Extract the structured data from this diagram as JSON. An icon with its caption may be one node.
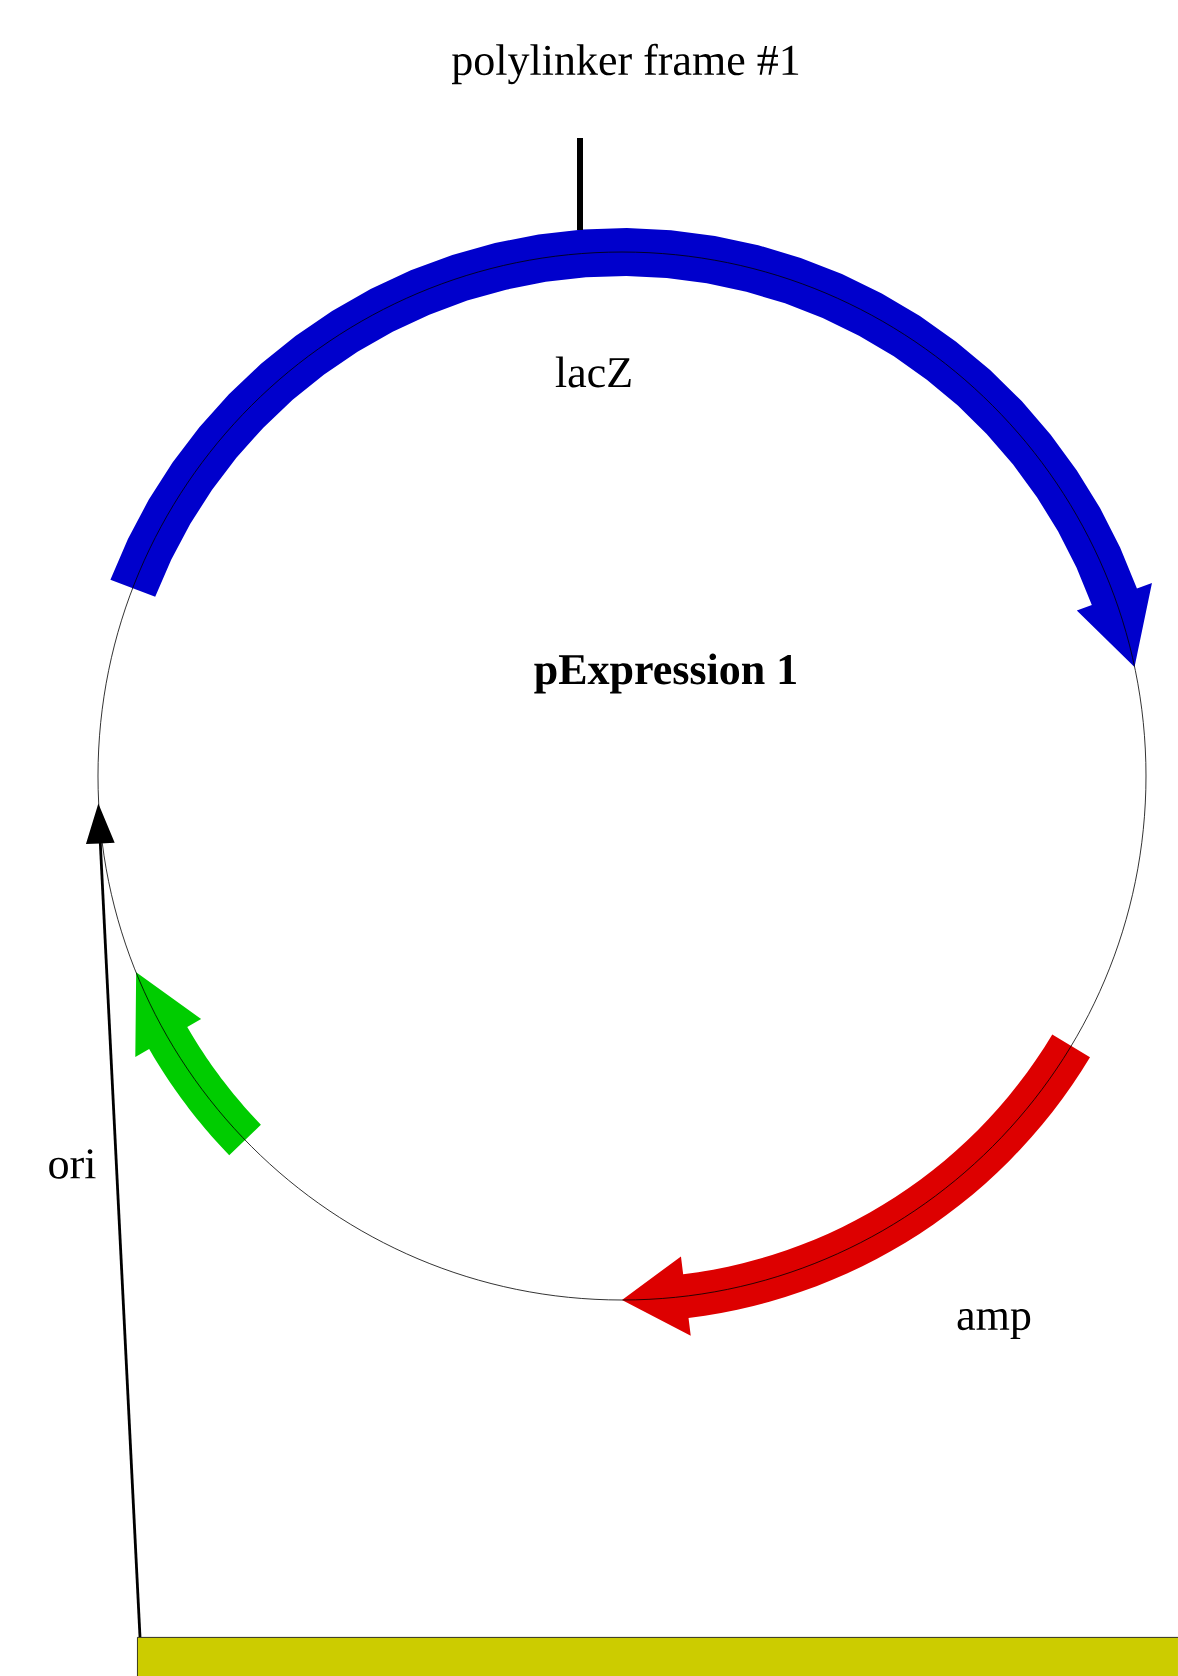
{
  "diagram": {
    "nodes": [
      {
        "text": [
          "pExpression 1"
        ]
      },
      {
        "text": [],
        "shape": "box"
      }
    ],
    "edges": [
      {
        "from": 1,
        "to": 0,
        "arrow": "to"
      }
    ],
    "labels": [
      "polylinker frame #1",
      "lacZ",
      "amp",
      "ori"
    ]
  }
}
